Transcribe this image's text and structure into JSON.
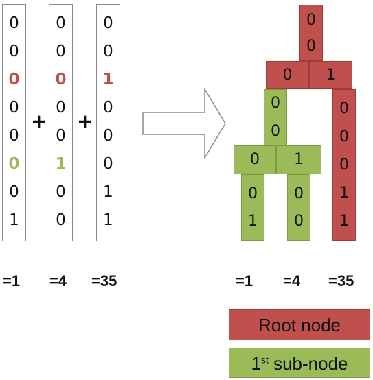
{
  "columns": [
    {
      "digits": [
        "0",
        "0",
        "0",
        "0",
        "0",
        "0",
        "0",
        "1"
      ],
      "sum": "=1"
    },
    {
      "digits": [
        "0",
        "0",
        "0",
        "0",
        "0",
        "1",
        "0",
        "0"
      ],
      "sum": "=4"
    },
    {
      "digits": [
        "0",
        "0",
        "1",
        "0",
        "0",
        "0",
        "1",
        "1"
      ],
      "sum": "=35"
    }
  ],
  "plus_sign": "+",
  "tree": {
    "root_top": [
      "0",
      "0"
    ],
    "root_split": [
      "0",
      "1"
    ],
    "left_stem": [
      "0",
      "0"
    ],
    "right_branch": [
      "0",
      "0",
      "0",
      "1",
      "1"
    ],
    "sub_split": [
      "0",
      "1"
    ],
    "leaf_left": [
      "0",
      "1"
    ],
    "leaf_mid": [
      "0",
      "0"
    ],
    "sums": [
      "=1",
      "=4",
      "=35"
    ]
  },
  "legend": {
    "root_label": "Root node",
    "sub_prefix": "1",
    "sub_sup": "st",
    "sub_suffix": " sub-node"
  },
  "colors": {
    "red": "#c0504d",
    "green": "#9bbb59"
  }
}
